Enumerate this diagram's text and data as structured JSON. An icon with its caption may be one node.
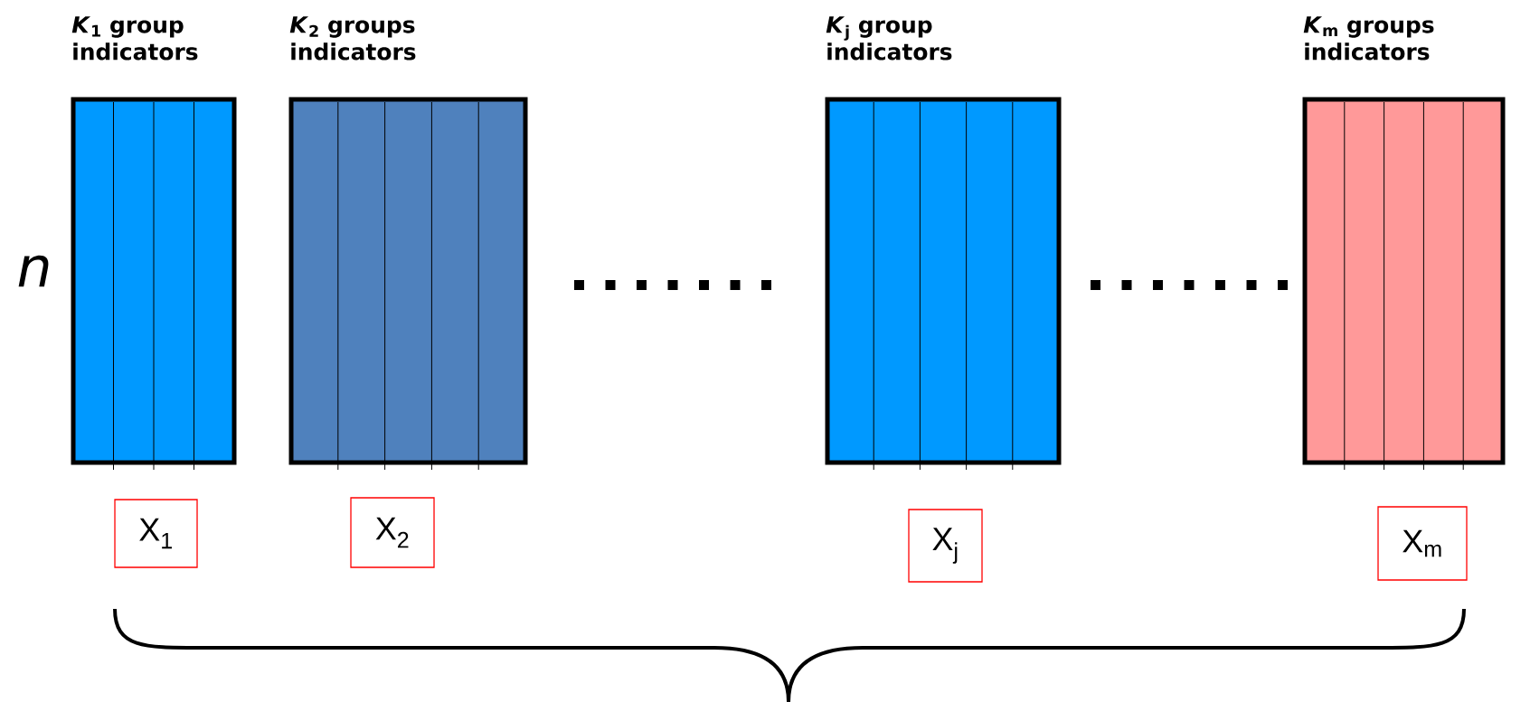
{
  "diagram": {
    "nodes": [
      {
        "text": [
          "*K*$_{1}$ group indicators"
        ]
      },
      {
        "text": [
          "*K*$_{2}$ groups indicators"
        ]
      },
      {
        "text": [
          "*K*$_{j}$ group indicators"
        ]
      },
      {
        "text": [
          "*K*$_{m}$ groups indicators"
        ]
      },
      {
        "text": [
          "X$_{1}$"
        ]
      },
      {
        "text": [
          "X$_{2}$"
        ]
      },
      {
        "text": [
          "X$_{j}$"
        ]
      },
      {
        "text": [
          "X$_{m}$"
        ]
      }
    ],
    "labels": [
      "n"
    ]
  }
}
